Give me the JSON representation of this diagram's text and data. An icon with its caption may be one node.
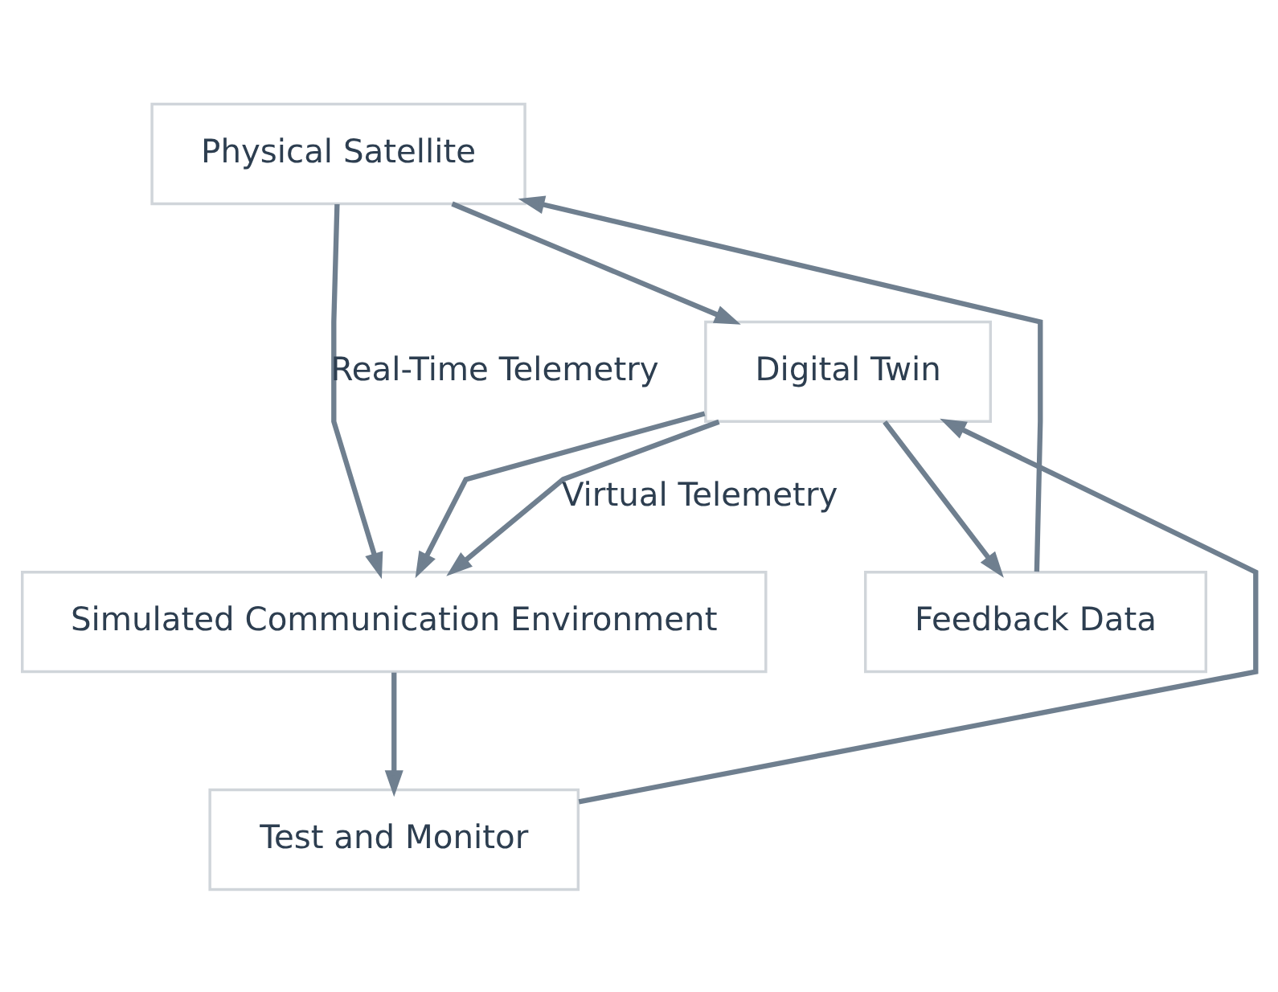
{
  "diagram": {
    "nodes": [
      {
        "text": [
          "Physical Satellite"
        ]
      },
      {
        "text": [
          "Digital Twin"
        ]
      },
      {
        "text": [
          "Simulated Communication Environment"
        ]
      },
      {
        "text": [
          "Test and Monitor"
        ]
      },
      {
        "text": [
          "Feedback Data"
        ]
      }
    ],
    "edges": [
      {
        "from": 0,
        "to": 1,
        "arrow": "to"
      },
      {
        "from": 0,
        "to": 2,
        "arrow": "to",
        "label": "Real-Time Telemetry"
      },
      {
        "from": 1,
        "to": 2,
        "arrow": "to"
      },
      {
        "from": 1,
        "to": 2,
        "arrow": "to",
        "label": "Virtual Telemetry"
      },
      {
        "from": 1,
        "to": 4,
        "arrow": "to"
      },
      {
        "from": 2,
        "to": 3,
        "arrow": "to"
      },
      {
        "from": 3,
        "to": 1,
        "arrow": "to"
      },
      {
        "from": 4,
        "to": 0,
        "arrow": "to"
      }
    ]
  }
}
